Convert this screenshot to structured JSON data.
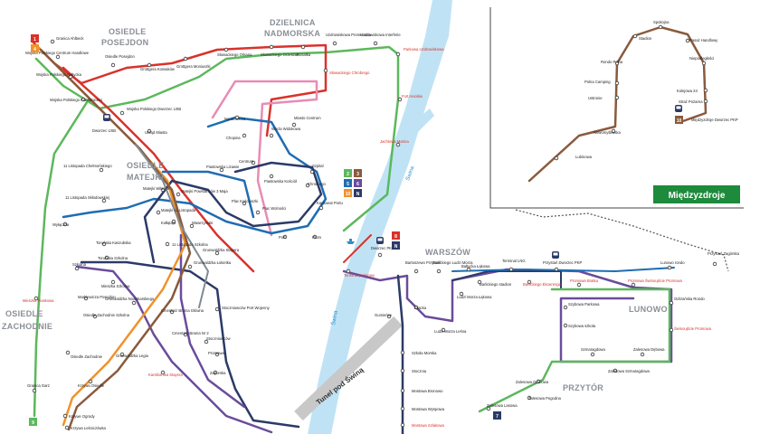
{
  "districts": {
    "posejdon": [
      "OSIEDLE",
      "POSEJDON"
    ],
    "nadmorska": [
      "DZIELNICA",
      "NADMORSKA"
    ],
    "matejki": [
      "OSIEDLE",
      "MATEJKI"
    ],
    "zachodnie": [
      "OSIEDLE",
      "ZACHODNIE"
    ],
    "warszow": [
      "WARSZÓW"
    ],
    "lunowo": [
      "LUNOWO"
    ],
    "przytor": [
      "PRZYTÓR"
    ]
  },
  "city_label": "Międzyzdroje",
  "tunnel_label": "Tunel pod Świną",
  "river_labels": [
    "Świna",
    "Świna"
  ],
  "line_badges": [
    "1",
    "2",
    "3",
    "4",
    "5",
    "6",
    "7",
    "8",
    "9",
    "10",
    "N"
  ],
  "colors": {
    "red": "#d9322b",
    "orange": "#f0922b",
    "green": "#5cb85c",
    "pink": "#e88cb6",
    "blue": "#1e6db3",
    "navy": "#2b3a67",
    "purple": "#6a4c9c",
    "brown": "#8a5a3c",
    "gray": "#7f8a93",
    "water": "#bfe3f5"
  },
  "stops": {
    "s1": "Granica Ahlbeck",
    "s2": "Wojska Polskiego Centrum Handlowe",
    "s3": "Wojska Polskiego Bałtycka",
    "s4": "Wojska Polskiego Konopnickiej",
    "s5": "Osiedle Posejdon",
    "s6": "Grottgera Kossaków",
    "s7": "Grottgera Moniuszki",
    "s8": "Słowackiego Orkana",
    "s9": "Słowackiego Orzeszak",
    "s10": "Rosalka",
    "s11": "Uzdrowiskowa Promenada",
    "s12": "Uzdrowiskowa Interferie",
    "s13": "Parkowa Uzdrowiskowa",
    "s14": "Słowackiego Chrobrego",
    "s15": "Zdrojowa Wojska Polskiego",
    "s16": "Wojska Polskiego Dworzec USB",
    "s17": "Dworzec USB",
    "s18": "Urząd Miasta",
    "s19": "Narutowicza",
    "s20": "Chopina",
    "s21": "Wieża Widokowa",
    "s22": "Moniuszki",
    "s23": "Miasto Centrum",
    "s24": "Fort Aniołów",
    "s25": "Jachtowa Marina",
    "s26": "Centrum",
    "s27": "Piastowska Lizawie",
    "s28": "Piastowska Kościół",
    "s29": "Szpital",
    "s30": "Chrobrego",
    "s31": "Kapitanat Portu",
    "s32": "Plac Kościuszki",
    "s33": "Plac Wolności",
    "s34": "11 Listopada Chełmońskiego",
    "s35": "Matejki Wilsona",
    "s36": "Matejki Powstańców 3 Maja",
    "s37": "Matejki 11 Listopada",
    "s38": "Kołłątaja",
    "s39": "Wawrzyniaki",
    "s40": "11 Listopada Skłodowskiej",
    "s41": "Wyłączna",
    "s42": "Toruńska Kaszubska",
    "s43": "Toruńska Szkolna",
    "s44": "11 Listopada Szkolna",
    "s45": "Grunwaldzka Stayera",
    "s46": "Szkolna",
    "s47": "Mieszka Szkolna",
    "s48": "Mieszka Piaskowa",
    "s49": "Markiewicza Posejdon",
    "s50": "Osiedle Zachodnie",
    "s51": "Osiedle Zachodnie Szkolna",
    "s52": "Grunwaldzka Łokietka",
    "s53": "Grunwaldzka Nowokarskiego",
    "s54": "Grunwaldzka Legia",
    "s55": "Krzywa Osiedle",
    "s56": "Granica Garz",
    "s57": "Krzywe Ogrody",
    "s58": "Krzywa Leśniczówka",
    "s59": "Cmentarz Brama Główna",
    "s60": "Cmentarz Brama Nr 2",
    "s61": "Stoczniowców Port Wojenny",
    "s62": "Stoczniowców",
    "s63": "Promowa",
    "s64": "Zaporska",
    "s65": "Karsiborska Stayera",
    "s66": "Port",
    "s67": "Prom",
    "s68": "Dworzec PKP",
    "s69": "Terminal promowy",
    "s70": "Bartoszewo Przystań",
    "s71": "Barlickiego Ludzi Morza",
    "s72": "Barlickiego stadion",
    "s73": "Bałtycka Łąkowa",
    "s74": "Ludzi Morza Łąkowa",
    "s75": "Bracka",
    "s76": "Ludzi Morza Leśna",
    "s77": "Gumieńce",
    "s78": "Terminal LNG",
    "s79": "Przystań Dworzec PKP",
    "s80": "Barlickiego Ekoenergia",
    "s81": "Promowa Bratka",
    "s82": "Promowa Świnoujście Promowa",
    "s83": "Świnoujście Promowa",
    "s84": "Odrzańska Rondo",
    "s85": "Lunowo rondo",
    "s86": "Przystań Zagórska",
    "s87": "Szybowa Parkowa",
    "s88": "Szybowa szkoła",
    "s89": "Szmaragdowa",
    "s90": "Zalesowa Dębowa",
    "s91": "Zalesowa Grabowa",
    "s92": "Zalesowa Szmaragdowa",
    "s93": "Zalesowa Pogodna",
    "s94": "Szkoła Morska",
    "s95": "Stocznia",
    "s96": "Mostowa Bronowo",
    "s97": "Mostowa Wyspowa",
    "s98": "Mostowa Szlakowa",
    "s99": "Zalesowa Lasowa",
    "s100": "Szkoła Marynarki",
    "m1": "Spokojna",
    "m2": "Stadion",
    "m3": "Pasaż Handlowy",
    "m4": "Niepodległości",
    "m5": "Rondo Polna",
    "m6": "Polna Camping",
    "m7": "Ustronie",
    "m8": "Kolejowa 24",
    "m9": "Straż Pożarna",
    "m10": "Międzyzdroje Dworzec PKP",
    "m11": "Nowomyśliwska",
    "m12": "Lubinowa"
  }
}
